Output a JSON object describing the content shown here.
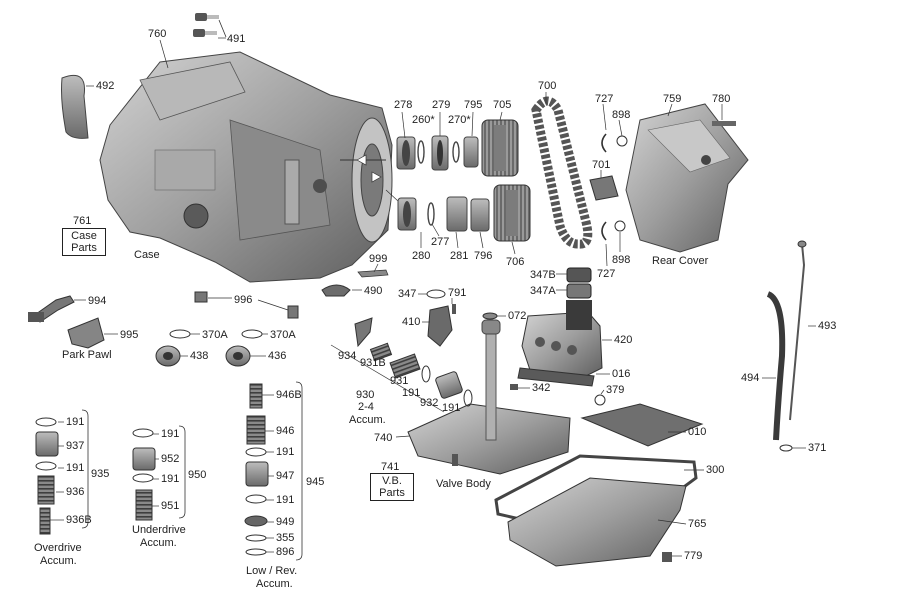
{
  "colors": {
    "ink": "#222222",
    "metal_dark": "#6e6e6e",
    "metal_mid": "#9a9a9a",
    "metal_light": "#c9c9c9"
  },
  "parts": {
    "case": "760",
    "case_bracket": "492",
    "sensors": "491",
    "rear_cover": "759",
    "cover_bolt": "780",
    "bearing_278": "278",
    "clutch_279": "279",
    "shim_260": "260*",
    "shim_270": "270*",
    "race_795": "795",
    "gear_705": "705",
    "chain": "700",
    "bearing_280": "280",
    "shim_277": "277",
    "bearing_281": "281",
    "race_796": "796",
    "gear_706": "706",
    "ring_727a": "727",
    "ring_898a": "898",
    "plate_701": "701",
    "ring_727b": "727",
    "ring_898b": "898",
    "sensor_999": "999",
    "clip_490": "490",
    "park_rod": "994",
    "park_pawl": "995",
    "plug_996": "996",
    "oring_370a_1": "370A",
    "oring_370a_2": "370A",
    "seal_438": "438",
    "seal_436": "436",
    "seal_347b": "347B",
    "seal_347a": "347A",
    "oring_347": "347",
    "screw_791": "791",
    "solenoid_410": "410",
    "washer_072": "072",
    "solenoid_pack": "420",
    "pin_016": "016",
    "plug_342": "342",
    "oring_379": "379",
    "filter_010": "010",
    "gasket_300": "300",
    "pan_765": "765",
    "bolt_779": "779",
    "dipstick_493": "493",
    "tube_494": "494",
    "oring_371": "371",
    "bracket_934": "934",
    "spring_931b": "931B",
    "spring_931": "931",
    "ring_191_a": "191",
    "piston_932": "932",
    "ring_191_b": "191",
    "accum_930": "930",
    "valve_body_740": "740",
    "od_191_1": "191",
    "od_937": "937",
    "od_191_2": "191",
    "od_936": "936",
    "od_936b": "936B",
    "od_group": "935",
    "ud_191_1": "191",
    "ud_952": "952",
    "ud_191_2": "191",
    "ud_951": "951",
    "ud_group": "950",
    "lr_946b": "946B",
    "lr_946": "946",
    "lr_191_1": "191",
    "lr_947": "947",
    "lr_191_2": "191",
    "lr_949": "949",
    "lr_355": "355",
    "lr_896": "896",
    "lr_group": "945"
  },
  "captions": {
    "case": "Case",
    "rear_cover": "Rear Cover",
    "park_pawl": "Park Pawl",
    "valve_body": "Valve Body",
    "accum_24": "2-4",
    "accum_24_b": "Accum.",
    "overdrive_1": "Overdrive",
    "overdrive_2": "Accum.",
    "underdrive_1": "Underdrive",
    "underdrive_2": "Accum.",
    "low_rev_1": "Low / Rev.",
    "low_rev_2": "Accum."
  },
  "boxes": {
    "case_parts_num": "761",
    "case_parts_1": "Case",
    "case_parts_2": "Parts",
    "vb_parts_num": "741",
    "vb_parts_1": "V.B.",
    "vb_parts_2": "Parts"
  }
}
